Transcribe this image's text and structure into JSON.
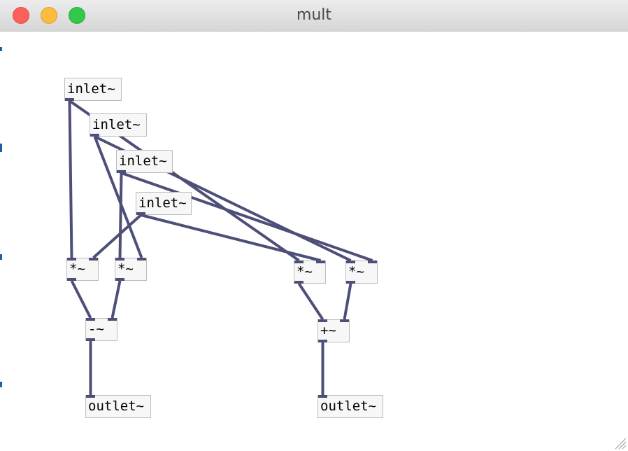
{
  "window": {
    "title": "mult"
  },
  "colors": {
    "wire": "#4d4f78",
    "box_border": "#bcbcbc",
    "box_fill": "#f7f7f7"
  },
  "objects": {
    "inlet_1": "inlet~",
    "inlet_2": "inlet~",
    "inlet_3": "inlet~",
    "inlet_4": "inlet~",
    "mul_1": "*~",
    "mul_2": "*~",
    "mul_3": "*~",
    "mul_4": "*~",
    "sub": "-~",
    "add": "+~",
    "outlet_1": "outlet~",
    "outlet_2": "outlet~"
  },
  "connections": [
    [
      "inlet_1",
      0,
      "mul_1",
      0
    ],
    [
      "inlet_1",
      0,
      "mul_3",
      0
    ],
    [
      "inlet_2",
      0,
      "mul_2",
      1
    ],
    [
      "inlet_2",
      0,
      "mul_4",
      0
    ],
    [
      "inlet_3",
      0,
      "mul_2",
      0
    ],
    [
      "inlet_3",
      0,
      "mul_4",
      1
    ],
    [
      "inlet_4",
      0,
      "mul_1",
      1
    ],
    [
      "inlet_4",
      0,
      "mul_3",
      1
    ],
    [
      "mul_1",
      0,
      "sub",
      0
    ],
    [
      "mul_2",
      0,
      "sub",
      1
    ],
    [
      "mul_3",
      0,
      "add",
      0
    ],
    [
      "mul_4",
      0,
      "add",
      1
    ],
    [
      "sub",
      0,
      "outlet_1",
      0
    ],
    [
      "add",
      0,
      "outlet_2",
      0
    ]
  ]
}
